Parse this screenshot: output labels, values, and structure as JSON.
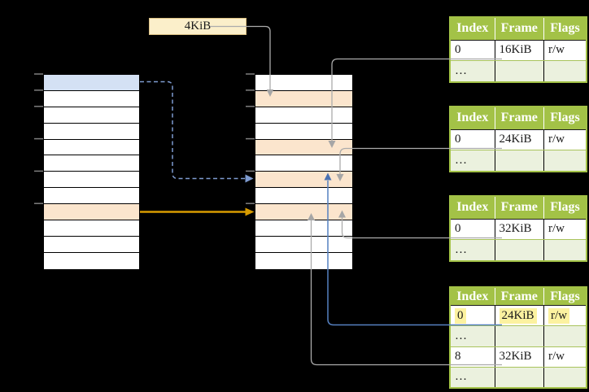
{
  "page_size_label": "4KiB",
  "memory_columns": {
    "virtual_rows": [
      "blue",
      "white",
      "white",
      "white",
      "white",
      "white",
      "white",
      "white",
      "orange",
      "white",
      "white",
      "white"
    ],
    "physical_rows": [
      "white",
      "orange",
      "white",
      "white",
      "orange",
      "white",
      "orange",
      "white",
      "orange",
      "white",
      "white",
      "white"
    ],
    "tick_row_boundaries": [
      0,
      1,
      2,
      4,
      6,
      8
    ]
  },
  "frame_tables": [
    {
      "headers": [
        "Index",
        "Frame",
        "Flags"
      ],
      "rows": [
        {
          "cells": [
            "0",
            "16KiB",
            "r/w"
          ],
          "shade": "white",
          "highlight": false
        },
        {
          "cells": [
            "…",
            "",
            ""
          ],
          "shade": "green",
          "highlight": false
        }
      ]
    },
    {
      "headers": [
        "Index",
        "Frame",
        "Flags"
      ],
      "rows": [
        {
          "cells": [
            "0",
            "24KiB",
            "r/w"
          ],
          "shade": "white",
          "highlight": false
        },
        {
          "cells": [
            "…",
            "",
            ""
          ],
          "shade": "green",
          "highlight": false
        }
      ]
    },
    {
      "headers": [
        "Index",
        "Frame",
        "Flags"
      ],
      "rows": [
        {
          "cells": [
            "0",
            "32KiB",
            "r/w"
          ],
          "shade": "white",
          "highlight": false
        },
        {
          "cells": [
            "…",
            "",
            ""
          ],
          "shade": "green",
          "highlight": false
        }
      ]
    },
    {
      "headers": [
        "Index",
        "Frame",
        "Flags"
      ],
      "rows": [
        {
          "cells": [
            "0",
            "24KiB",
            "r/w"
          ],
          "shade": "white",
          "highlight": true
        },
        {
          "cells": [
            "…",
            "",
            ""
          ],
          "shade": "green",
          "highlight": false
        },
        {
          "cells": [
            "8",
            "32KiB",
            "r/w"
          ],
          "shade": "white",
          "highlight": false
        },
        {
          "cells": [
            "…",
            "",
            ""
          ],
          "shade": "green",
          "highlight": false
        }
      ]
    }
  ],
  "arrows": [
    {
      "id": "pagesize-to-physical-row2",
      "style": "solid",
      "color": "gray"
    },
    {
      "id": "table1-frame-to-physical-row5",
      "style": "solid",
      "color": "gray"
    },
    {
      "id": "table2-frame-to-physical-row7",
      "style": "solid",
      "color": "gray"
    },
    {
      "id": "table3-frame-to-physical-row9",
      "style": "solid",
      "color": "gray"
    },
    {
      "id": "table4-row1-to-physical-row7",
      "style": "solid",
      "color": "blue"
    },
    {
      "id": "table4-row3-to-physical-row9",
      "style": "solid",
      "color": "gray"
    },
    {
      "id": "virtual-row9-to-physical-row9",
      "style": "solid",
      "color": "orange"
    },
    {
      "id": "virtual-row1-to-physical-row7",
      "style": "dashed",
      "color": "blue"
    }
  ],
  "colors": {
    "background": "#000000",
    "label_bg": "#FBEFCA",
    "label_border": "#DCC184",
    "blue_row": "#D4E1F4",
    "orange_row": "#FBE5CD",
    "header_green": "#A3C247",
    "light_green_row": "#EBF1DE",
    "highlight_yellow": "#FCF2A0",
    "row_divider_green": "#A9C45C",
    "gray_line": "#ABABAB",
    "gray_head": "#A6A6A6",
    "blue_line": "#5580C0",
    "blue_head": "#4A72B2",
    "blue_dashed": "#7E9BD0",
    "orange_arrow": "#D79B00",
    "tick_gray": "#7F7F7F",
    "header_text": "#FFFFFF",
    "body_text": "#1A1A1A"
  }
}
